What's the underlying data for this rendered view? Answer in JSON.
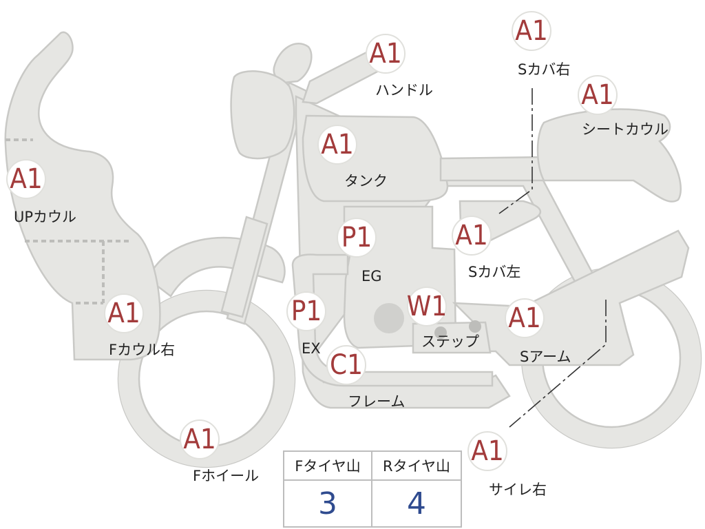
{
  "colors": {
    "part_fill": "#e6e6e3",
    "part_stroke": "#c9c9c6",
    "grade": "#a23b3b",
    "tire_value": "#2f4b8f"
  },
  "parts": {
    "up_cowl": {
      "grade": "A1",
      "label": "UPカウル"
    },
    "handle": {
      "grade": "A1",
      "label": "ハンドル"
    },
    "side_cover_r": {
      "grade": "A1",
      "label": "Sカバ右"
    },
    "seat_cowl": {
      "grade": "A1",
      "label": "シートカウル"
    },
    "tank": {
      "grade": "A1",
      "label": "タンク"
    },
    "engine": {
      "grade": "P1",
      "label": "EG"
    },
    "side_cover_l": {
      "grade": "A1",
      "label": "Sカバ左"
    },
    "f_cowl_r": {
      "grade": "A1",
      "label": "Fカウル右"
    },
    "exhaust": {
      "grade": "P1",
      "label": "EX"
    },
    "step": {
      "grade": "W1",
      "label": "ステップ"
    },
    "swing_arm": {
      "grade": "A1",
      "label": "Sアーム"
    },
    "frame": {
      "grade": "C1",
      "label": "フレーム"
    },
    "f_wheel": {
      "grade": "A1",
      "label": "Fホイール"
    },
    "silencer_r": {
      "grade": "A1",
      "label": "サイレ右"
    }
  },
  "tire_table": {
    "headers": [
      "Fタイヤ山",
      "Rタイヤ山"
    ],
    "values": [
      "3",
      "4"
    ]
  }
}
